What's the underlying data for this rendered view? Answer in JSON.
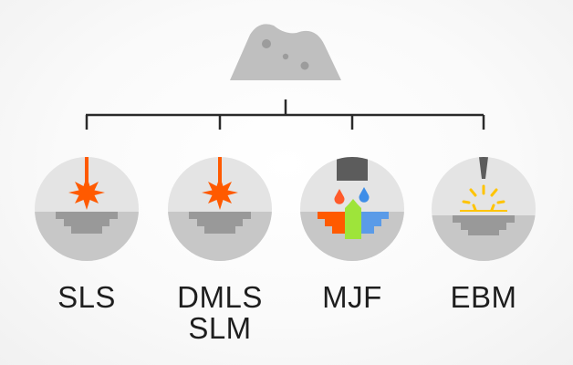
{
  "colors": {
    "powder_gray": "#bfbfbf",
    "circle_top": "#e4e4e4",
    "circle_bottom": "#c7c7c7",
    "part_gray": "#999999",
    "laser_orange": "#ff5a00",
    "nozzle_dark": "#5c5c5c",
    "drop_red": "#ff5a2a",
    "drop_blue": "#3e8ee8",
    "mjf_green": "#9ee43a",
    "mjf_blue": "#5a9be8",
    "ebm_yellow": "#ffc400",
    "connector": "#2a2a2a"
  },
  "icons": {
    "source": "powder-pile-icon",
    "sls": "laser-sintering-icon",
    "dmls": "laser-melting-icon",
    "mjf": "multi-jet-fusion-icon",
    "ebm": "electron-beam-icon"
  },
  "labels": {
    "sls": [
      "SLS"
    ],
    "dmls": [
      "DMLS",
      "SLM"
    ],
    "mjf": [
      "MJF"
    ],
    "ebm": [
      "EBM"
    ]
  }
}
